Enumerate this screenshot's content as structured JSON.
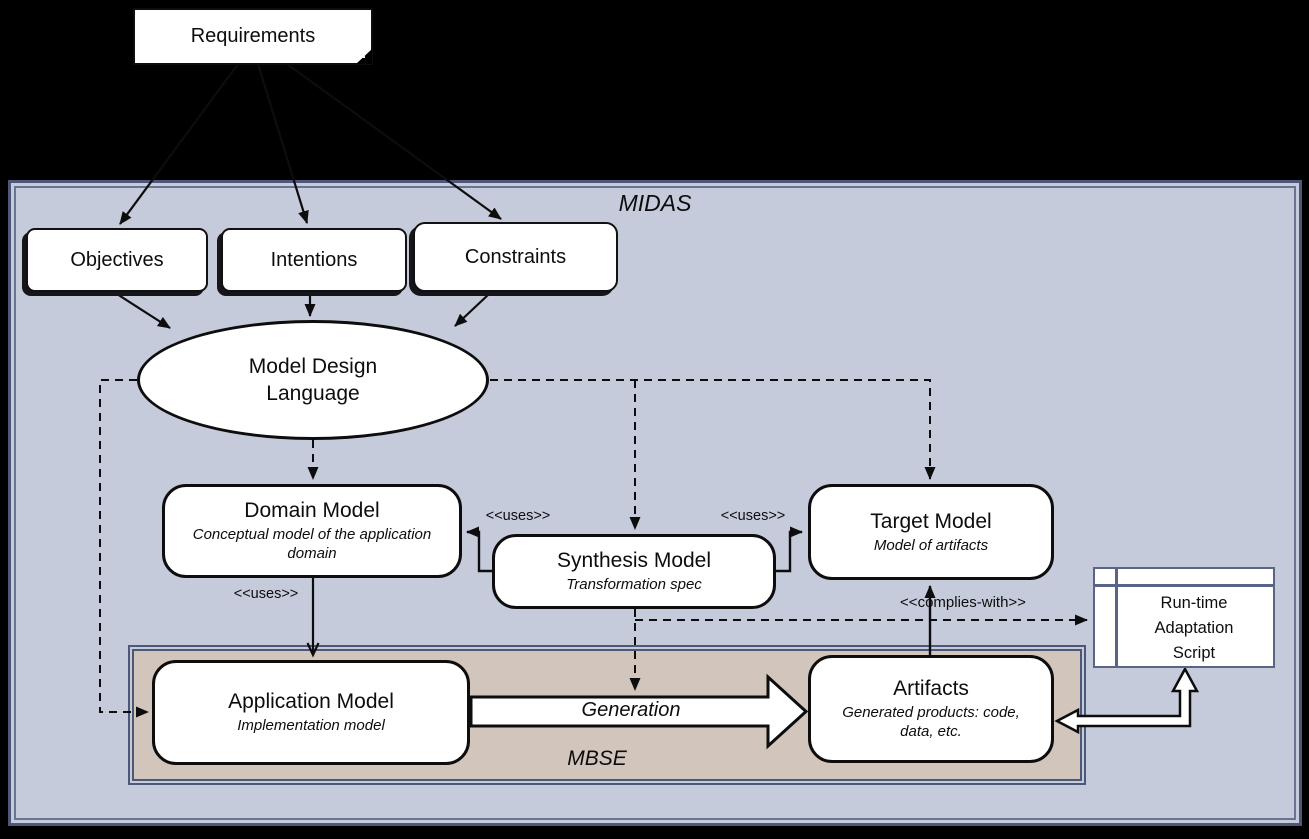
{
  "title": "MIDAS / MBSE model-driven architecture diagram",
  "colors": {
    "canvas_bg": "#000000",
    "midas_fill": "#c6cbdc",
    "mbse_fill": "#d1c5bc",
    "panel_border": "#4d5878",
    "node_fill": "#ffffff",
    "line": "#0d0d0d"
  },
  "panels": {
    "midas_label": "MIDAS",
    "mbse_label": "MBSE"
  },
  "nodes": {
    "requirements": {
      "title": "Requirements"
    },
    "objectives": {
      "title": "Objectives"
    },
    "intentions": {
      "title": "Intentions"
    },
    "constraints": {
      "title": "Constraints"
    },
    "model_design_language": {
      "title": "Model Design Language"
    },
    "domain_model": {
      "title": "Domain Model",
      "subtitle": "Conceptual model of the application domain"
    },
    "synthesis_model": {
      "title": "Synthesis Model",
      "subtitle": "Transformation spec"
    },
    "target_model": {
      "title": "Target Model",
      "subtitle": "Model of artifacts"
    },
    "application_model": {
      "title": "Application Model",
      "subtitle": "Implementation model"
    },
    "artifacts": {
      "title": "Artifacts",
      "subtitle": "Generated products: code, data, etc."
    },
    "runtime_script": {
      "title": "Run-time Adaptation Script"
    }
  },
  "edge_labels": {
    "uses_domain_app": "<<uses>>",
    "uses_synthesis_domain": "<<uses>>",
    "uses_synthesis_target": "<<uses>>",
    "complies_with": "<<complies-with>>",
    "generation": "Generation"
  }
}
